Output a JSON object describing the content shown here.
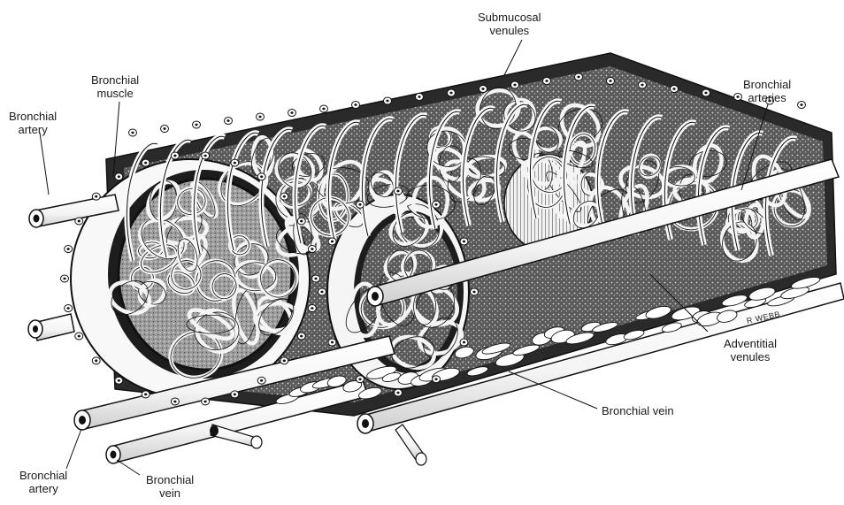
{
  "labels": {
    "submucosal_venules": [
      "Submucosal",
      "venules"
    ],
    "bronchial_muscle": [
      "Bronchial",
      "muscle"
    ],
    "bronchial_artery_left": [
      "Bronchial",
      "artery"
    ],
    "bronchial_arteries": [
      "Bronchial",
      "arteries"
    ],
    "adventitial_venules": [
      "Adventitial",
      "venules"
    ],
    "bronchial_vein": "Bronchial vein",
    "bronchial_artery_bottom": [
      "Bronchial",
      "artery"
    ],
    "bronchial_vein_bottom": [
      "Bronchial",
      "vein"
    ]
  },
  "signature": "R WEBB"
}
